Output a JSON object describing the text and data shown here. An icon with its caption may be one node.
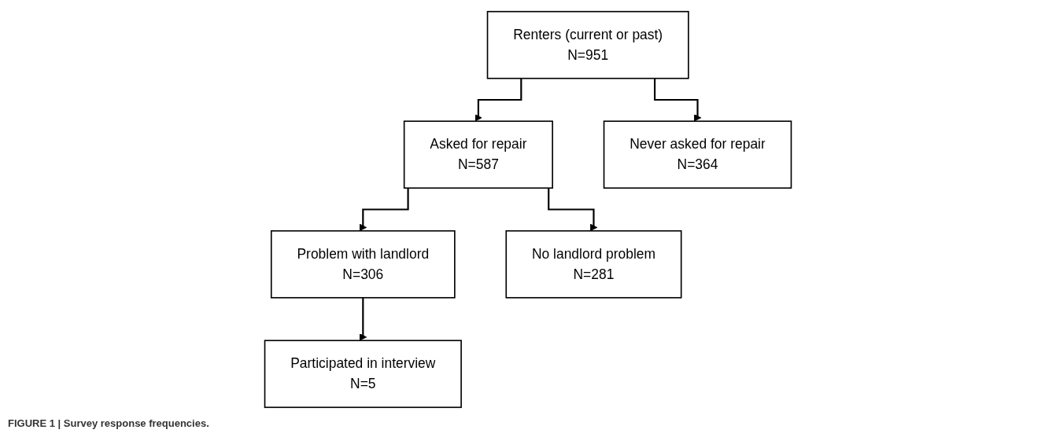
{
  "diagram": {
    "caption": "FIGURE 1 | Survey response frequencies.",
    "nodes": [
      {
        "text": [
          "Renters (current or past)",
          "N=951"
        ]
      },
      {
        "text": [
          "Asked for repair",
          "N=587"
        ]
      },
      {
        "text": [
          "Never asked for repair",
          "N=364"
        ]
      },
      {
        "text": [
          "Problem with landlord",
          "N=306"
        ]
      },
      {
        "text": [
          "No landlord problem",
          "N=281"
        ]
      },
      {
        "text": [
          "Participated in interview",
          "N=5"
        ]
      }
    ],
    "edges": [
      {
        "from": 0,
        "to": 1,
        "arrow": "to"
      },
      {
        "from": 0,
        "to": 2,
        "arrow": "to"
      },
      {
        "from": 1,
        "to": 3,
        "arrow": "to"
      },
      {
        "from": 1,
        "to": 4,
        "arrow": "to"
      },
      {
        "from": 3,
        "to": 5,
        "arrow": "to"
      }
    ]
  }
}
